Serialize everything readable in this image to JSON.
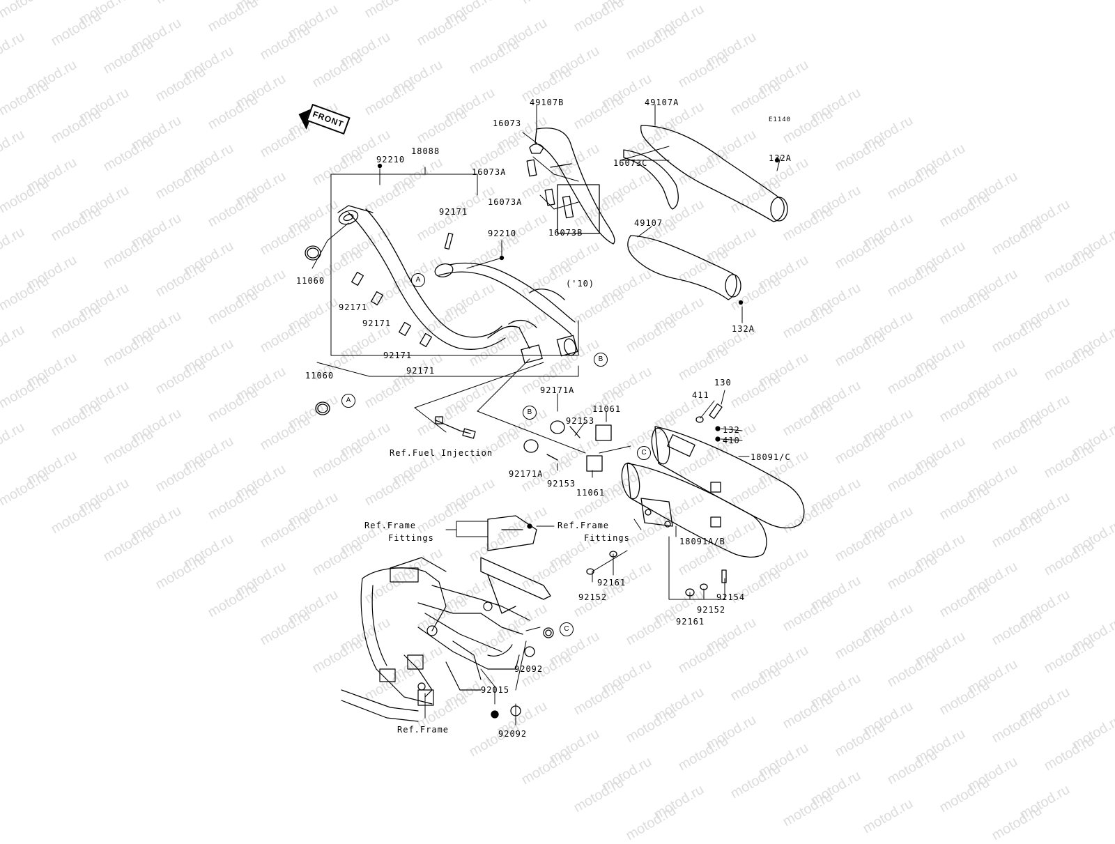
{
  "watermark": "motod.ru",
  "diagram_code": "E1140",
  "front_label": "FRONT",
  "parts": {
    "p49107B": "49107B",
    "p49107A": "49107A",
    "p49107": "49107",
    "p16073": "16073",
    "p16073A_1": "16073A",
    "p16073A_2": "16073A",
    "p16073B": "16073B",
    "p16073B_year": "('10)",
    "p16073C": "16073C",
    "p132A_1": "132A",
    "p132A_2": "132A",
    "p92210_1": "92210",
    "p92210_2": "92210",
    "p18088": "18088",
    "p92171_1": "92171",
    "p92171_2": "92171",
    "p92171_3": "92171",
    "p92171_4": "92171",
    "p92171_5": "92171",
    "p11060_1": "11060",
    "p11060_2": "11060",
    "p92171A_1": "92171A",
    "p92171A_2": "92171A",
    "p92153_1": "92153",
    "p92153_2": "92153",
    "p11061_1": "11061",
    "p11061_2": "11061",
    "p130": "130",
    "p411": "411",
    "p132": "132",
    "p410": "410",
    "p18091C": "18091/C",
    "p18091AB": "18091A/B",
    "p92161_1": "92161",
    "p92161_2": "92161",
    "p92152_1": "92152",
    "p92152_2": "92152",
    "p92154": "92154",
    "p92092_1": "92092",
    "p92092_2": "92092",
    "p92015": "92015"
  },
  "refs": {
    "fuel_injection": "Ref.Fuel Injection",
    "frame_fittings_left_1": "Ref.Frame",
    "frame_fittings_left_2": "Fittings",
    "frame_fittings_right_1": "Ref.Frame",
    "frame_fittings_right_2": "Fittings",
    "frame": "Ref.Frame"
  },
  "callouts": {
    "A_1": "A",
    "A_2": "A",
    "B_1": "B",
    "B_2": "B",
    "C_1": "C",
    "C_2": "C"
  }
}
